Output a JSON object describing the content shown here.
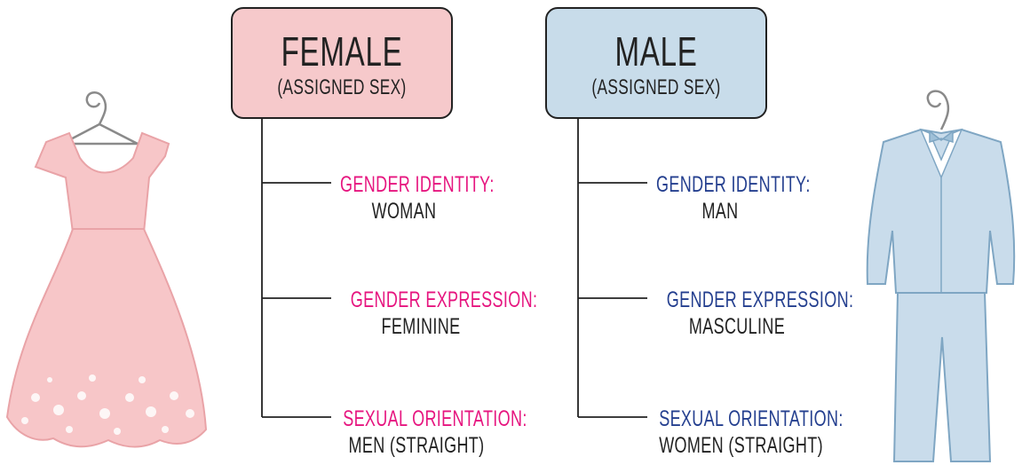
{
  "colors": {
    "female_accent": "#e6157f",
    "male_accent": "#243f8f",
    "female_box_fill": "#f6c9cb",
    "male_box_fill": "#c8dcea",
    "dress_fill": "#f7c6c8",
    "suit_fill": "#c9dceb"
  },
  "illustrations": {
    "left": "pink-dress-on-hanger",
    "right": "light-blue-suit-on-hanger"
  },
  "female": {
    "title": "FEMALE",
    "subtitle": "(ASSIGNED SEX)",
    "branches": [
      {
        "label": "GENDER IDENTITY:",
        "value": "WOMAN"
      },
      {
        "label": "GENDER EXPRESSION:",
        "value": "FEMININE"
      },
      {
        "label": "SEXUAL ORIENTATION:",
        "value": "MEN (STRAIGHT)"
      }
    ]
  },
  "male": {
    "title": "MALE",
    "subtitle": "(ASSIGNED SEX)",
    "branches": [
      {
        "label": "GENDER IDENTITY:",
        "value": "MAN"
      },
      {
        "label": "GENDER EXPRESSION:",
        "value": "MASCULINE"
      },
      {
        "label": "SEXUAL ORIENTATION:",
        "value": "WOMEN (STRAIGHT)"
      }
    ]
  }
}
